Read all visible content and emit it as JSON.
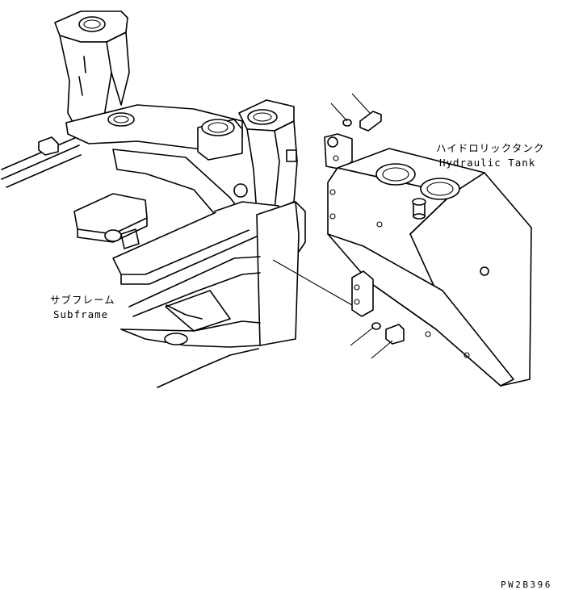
{
  "labels": {
    "tank_jp": "ハイドロリックタンク",
    "tank_en": "Hydraulic Tank",
    "subframe_jp": "サブフレーム",
    "subframe_en": "Subframe"
  },
  "drawing_code": "PW2B396"
}
